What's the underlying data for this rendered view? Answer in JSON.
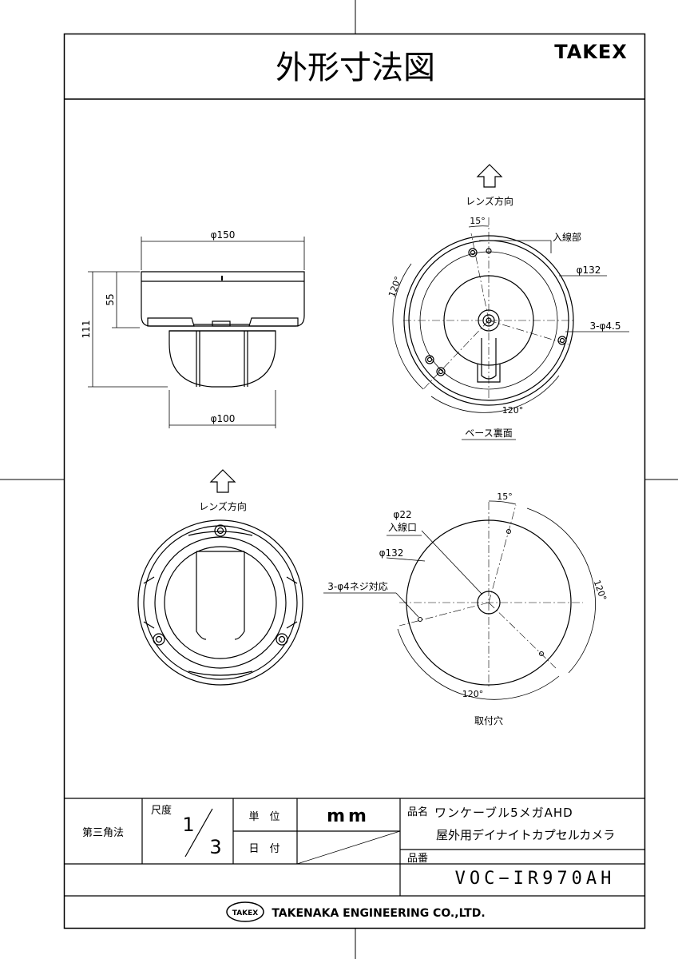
{
  "header": {
    "title": "外形寸法図",
    "brand": "TAKEX"
  },
  "side_view": {
    "dim_top": "φ150",
    "dim_bottom": "φ100",
    "dim_height_total": "111",
    "dim_height_base": "55"
  },
  "base_back": {
    "arrow_label": "レンズ方向",
    "angle_top": "15°",
    "wiring_label": "入線部",
    "diameter": "φ132",
    "holes": "3-φ4.5",
    "angle_left": "120°",
    "angle_bottom": "120°",
    "caption": "ベース裏面"
  },
  "front_view": {
    "arrow_label": "レンズ方向"
  },
  "mounting": {
    "angle_top": "15°",
    "entry_diameter": "φ22",
    "entry_label": "入線口",
    "diameter": "φ132",
    "screw_label": "3-φ4ネジ対応",
    "angle_right": "120°",
    "angle_bottom": "120°",
    "caption": "取付穴"
  },
  "title_block": {
    "projection": "第三角法",
    "scale_label": "尺度",
    "scale_num": "1",
    "scale_den": "3",
    "unit_label": "単　位",
    "unit_value": "mm",
    "date_label": "日　付",
    "name_label": "品名",
    "name_line1": "ワンケーブル5メガAHD",
    "name_line2": "屋外用デイナイトカプセルカメラ",
    "part_label": "品番",
    "part_value": "VOC−IR970AH",
    "company_logo": "TAKEX",
    "company": "TAKENAKA ENGINEERING CO.,LTD."
  }
}
